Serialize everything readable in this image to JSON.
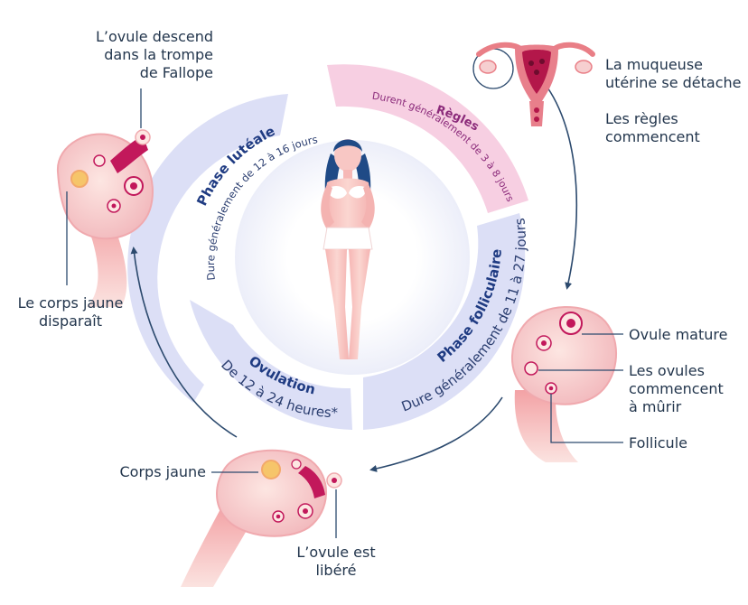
{
  "phases": {
    "regles": {
      "title": "Règles",
      "subtitle": "Durent généralement de 3 à 8 jours"
    },
    "lutea": {
      "title": "Phase lutéale",
      "subtitle": "Dure généralement de 12 à 16 jours"
    },
    "ovulation": {
      "title": "Ovulation",
      "subtitle": "De 12 à 24 heures*"
    },
    "folliculaire": {
      "title": "Phase folliculaire",
      "subtitle": "Dure généralement de 11 à 27 jours"
    }
  },
  "labels": {
    "ovule_descend": [
      "L’ovule descend",
      "dans la trompe",
      "de Fallope"
    ],
    "muqueuse": [
      "La muqueuse",
      "utérine se détache"
    ],
    "regles_commencent": [
      "Les règles",
      "commencent"
    ],
    "corps_jaune_disparait": [
      "Le corps jaune",
      "disparaît"
    ],
    "ovule_mature": "Ovule mature",
    "ovules_murir": [
      "Les ovules",
      "commencent",
      "à mûrir"
    ],
    "follicule": "Follicule",
    "corps_jaune": "Corps jaune",
    "ovule_libere": [
      "L’ovule est",
      "libéré"
    ]
  },
  "colors": {
    "text": "#23364d",
    "phase_band": "#dcdff6",
    "phase_title": "#1f3b82",
    "phase_sub": "#2b3e70",
    "regles_band": "#f7cfe2",
    "regles_text": "#8b2a7a",
    "cycle_arrow": "#2c4a6e",
    "ovary": "#f6cfd0",
    "tube": "#e97e86",
    "follicle": "#c2185b",
    "skin": "#f8c7c4",
    "hair": "#1f4a86"
  }
}
